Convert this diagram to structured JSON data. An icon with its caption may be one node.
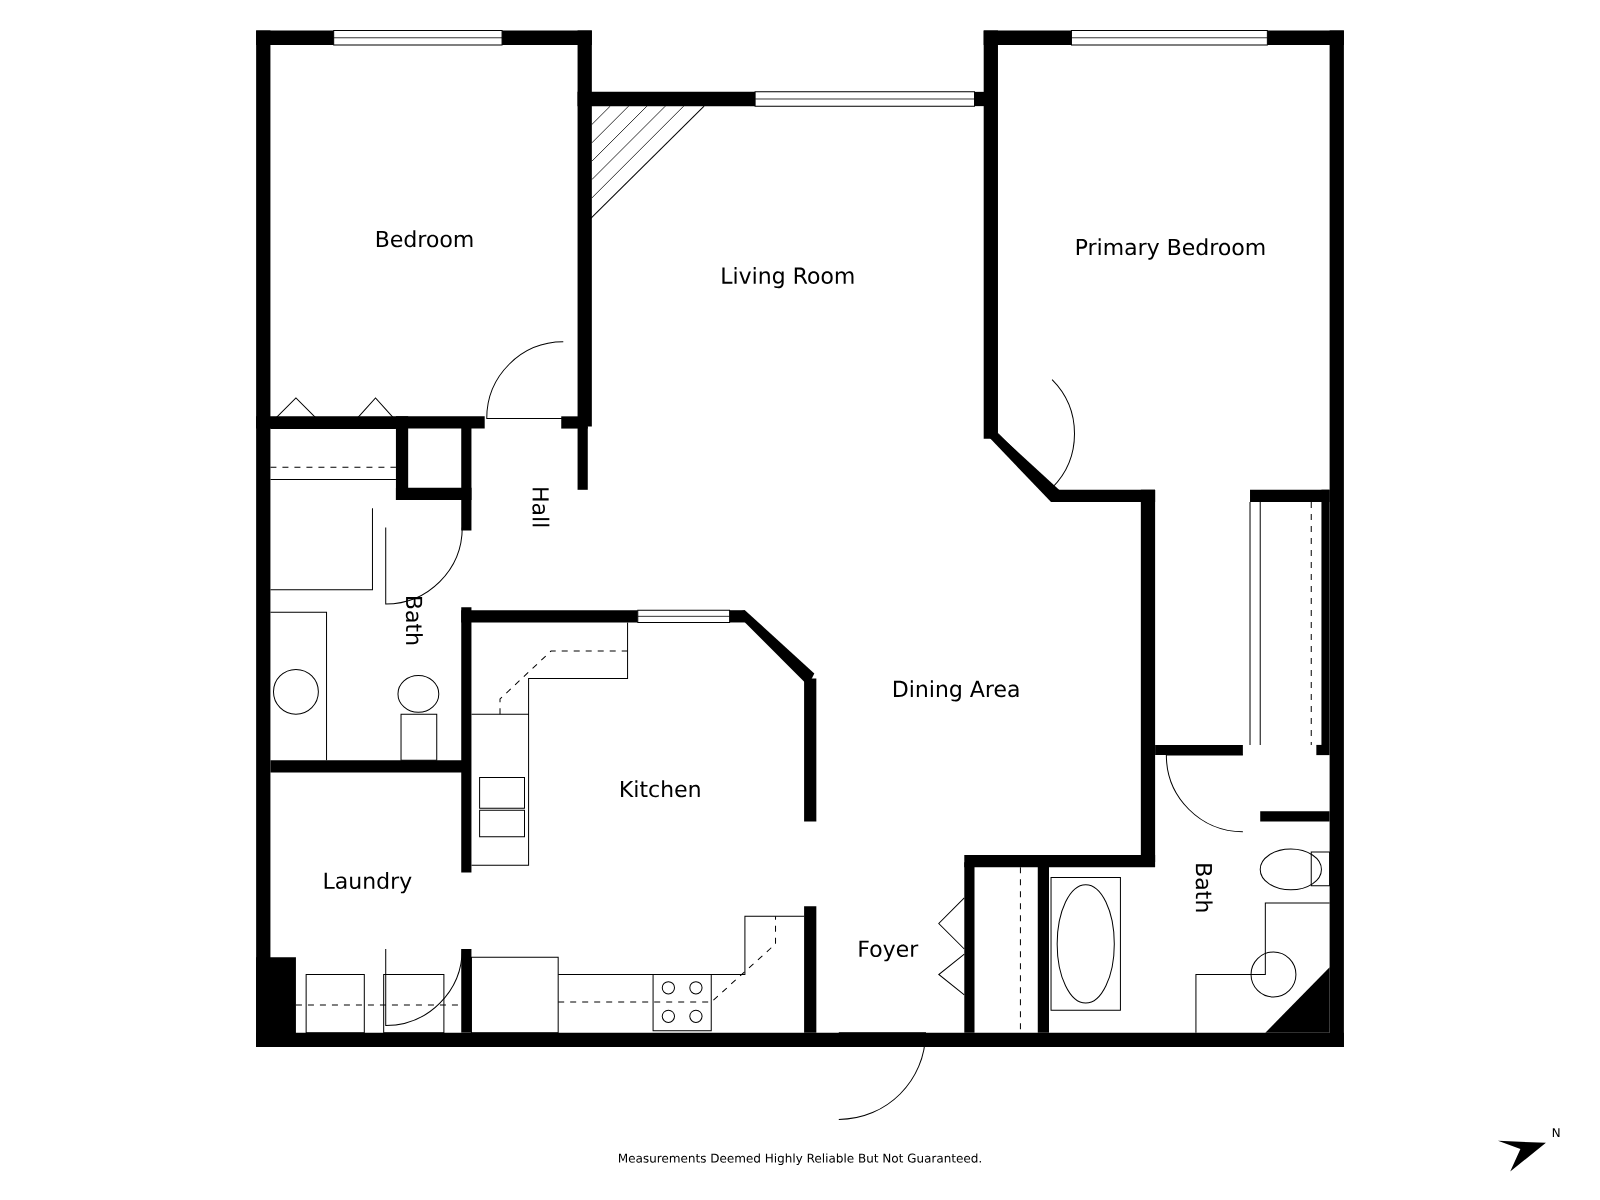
{
  "diagram": {
    "labels": [
      "Bedroom",
      "Living Room",
      "Primary Bedroom",
      "Hall",
      "Bath",
      "Dining Area",
      "Kitchen",
      "Laundry",
      "Foyer",
      "Bath",
      "Measurements Deemed Highly Reliable But Not Guaranteed.",
      "N"
    ]
  }
}
